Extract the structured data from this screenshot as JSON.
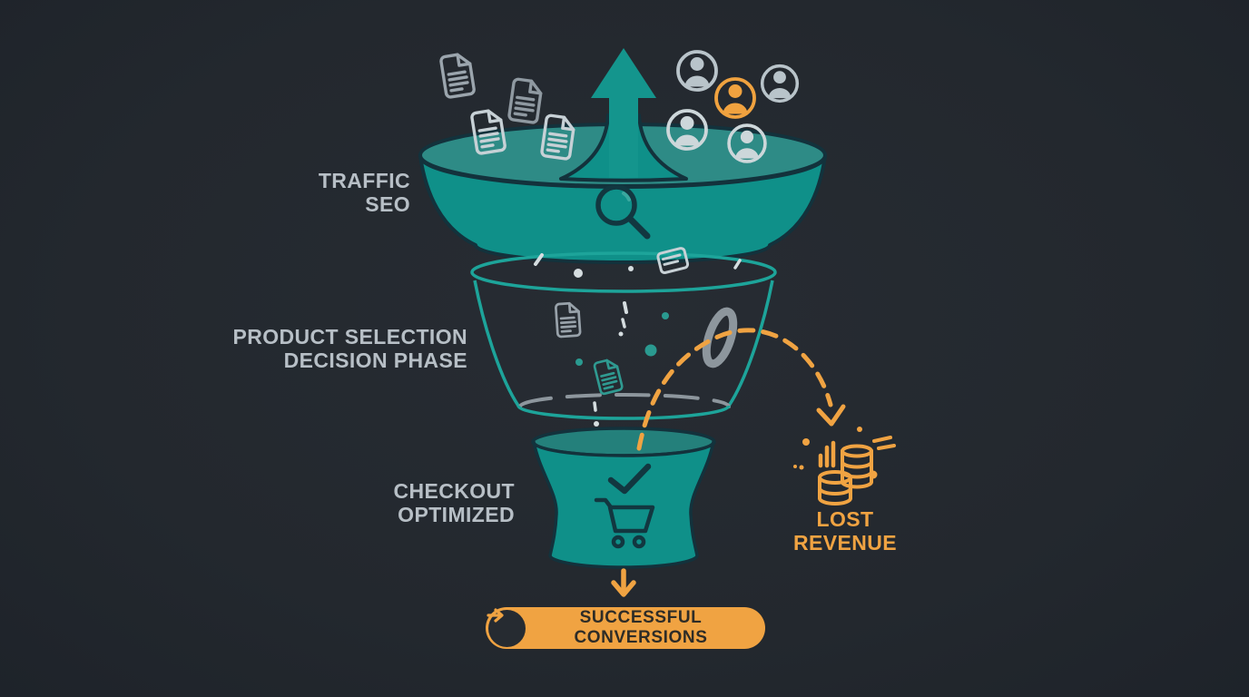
{
  "colors": {
    "background": "#23282e",
    "funnel_teal": "#0f9089",
    "funnel_teal_surface": "#2e8b86",
    "funnel_teal_bright": "#1da49a",
    "outline_navy": "#13323c",
    "label_gray": "#b7bfc6",
    "accent_orange": "#f0a342",
    "icon_light": "#c7d1d6",
    "icon_gray": "#98a2aa",
    "hole_gray": "#8d969d",
    "button_text_dark": "#2e2c27"
  },
  "funnel": {
    "stages": [
      {
        "name": "traffic",
        "label_line1": "TRAFFIC",
        "label_line2": "SEO",
        "center_icon": "search-icon",
        "inflow_icons": [
          "document-icon",
          "user-avatar-icon"
        ]
      },
      {
        "name": "consideration",
        "label_line1": "PRODUCT SELECTION",
        "label_line2": "DECISION PHASE",
        "interior_icons": [
          "document-icon",
          "leak-hole-icon"
        ]
      },
      {
        "name": "checkout",
        "label_line1": "CHECKOUT",
        "label_line2": "OPTIMIZED",
        "interior_icons": [
          "check-icon",
          "cart-icon"
        ]
      }
    ],
    "top_arrow_icon": "arrow-up-icon"
  },
  "lost_revenue": {
    "label_line1": "LOST",
    "label_line2": "REVENUE",
    "icon": "coins-icon",
    "secondary_icon": "bar-chart-icon",
    "arrow": "dashed-curve-arrow"
  },
  "conversions": {
    "label": "SUCCESSFUL CONVERSIONS",
    "icon": "arrow-right-icon",
    "connector": "down-arrow-icon"
  }
}
